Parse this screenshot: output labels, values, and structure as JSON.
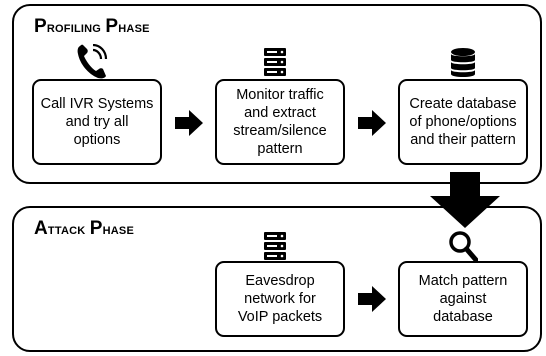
{
  "phases": [
    {
      "title_first": "P",
      "title_rest": "rofiling ",
      "title_first2": "P",
      "title_rest2": "hase",
      "steps": [
        {
          "label": "Call IVR Systems\nand try all\noptions",
          "icon": "phone-icon"
        },
        {
          "label": "Monitor traffic\nand extract\nstream/silence\npattern",
          "icon": "server-icon"
        },
        {
          "label": "Create database\nof phone/options\nand their pattern",
          "icon": "database-icon"
        }
      ]
    },
    {
      "title_first": "A",
      "title_rest": "ttack ",
      "title_first2": "P",
      "title_rest2": "hase",
      "steps": [
        {
          "label": "Eavesdrop\nnetwork for\nVoIP packets",
          "icon": "server-icon"
        },
        {
          "label": "Match pattern\nagainst\ndatabase",
          "icon": "magnifier-icon"
        }
      ]
    }
  ],
  "colors": {
    "stroke": "#000000",
    "fill": "#ffffff"
  }
}
